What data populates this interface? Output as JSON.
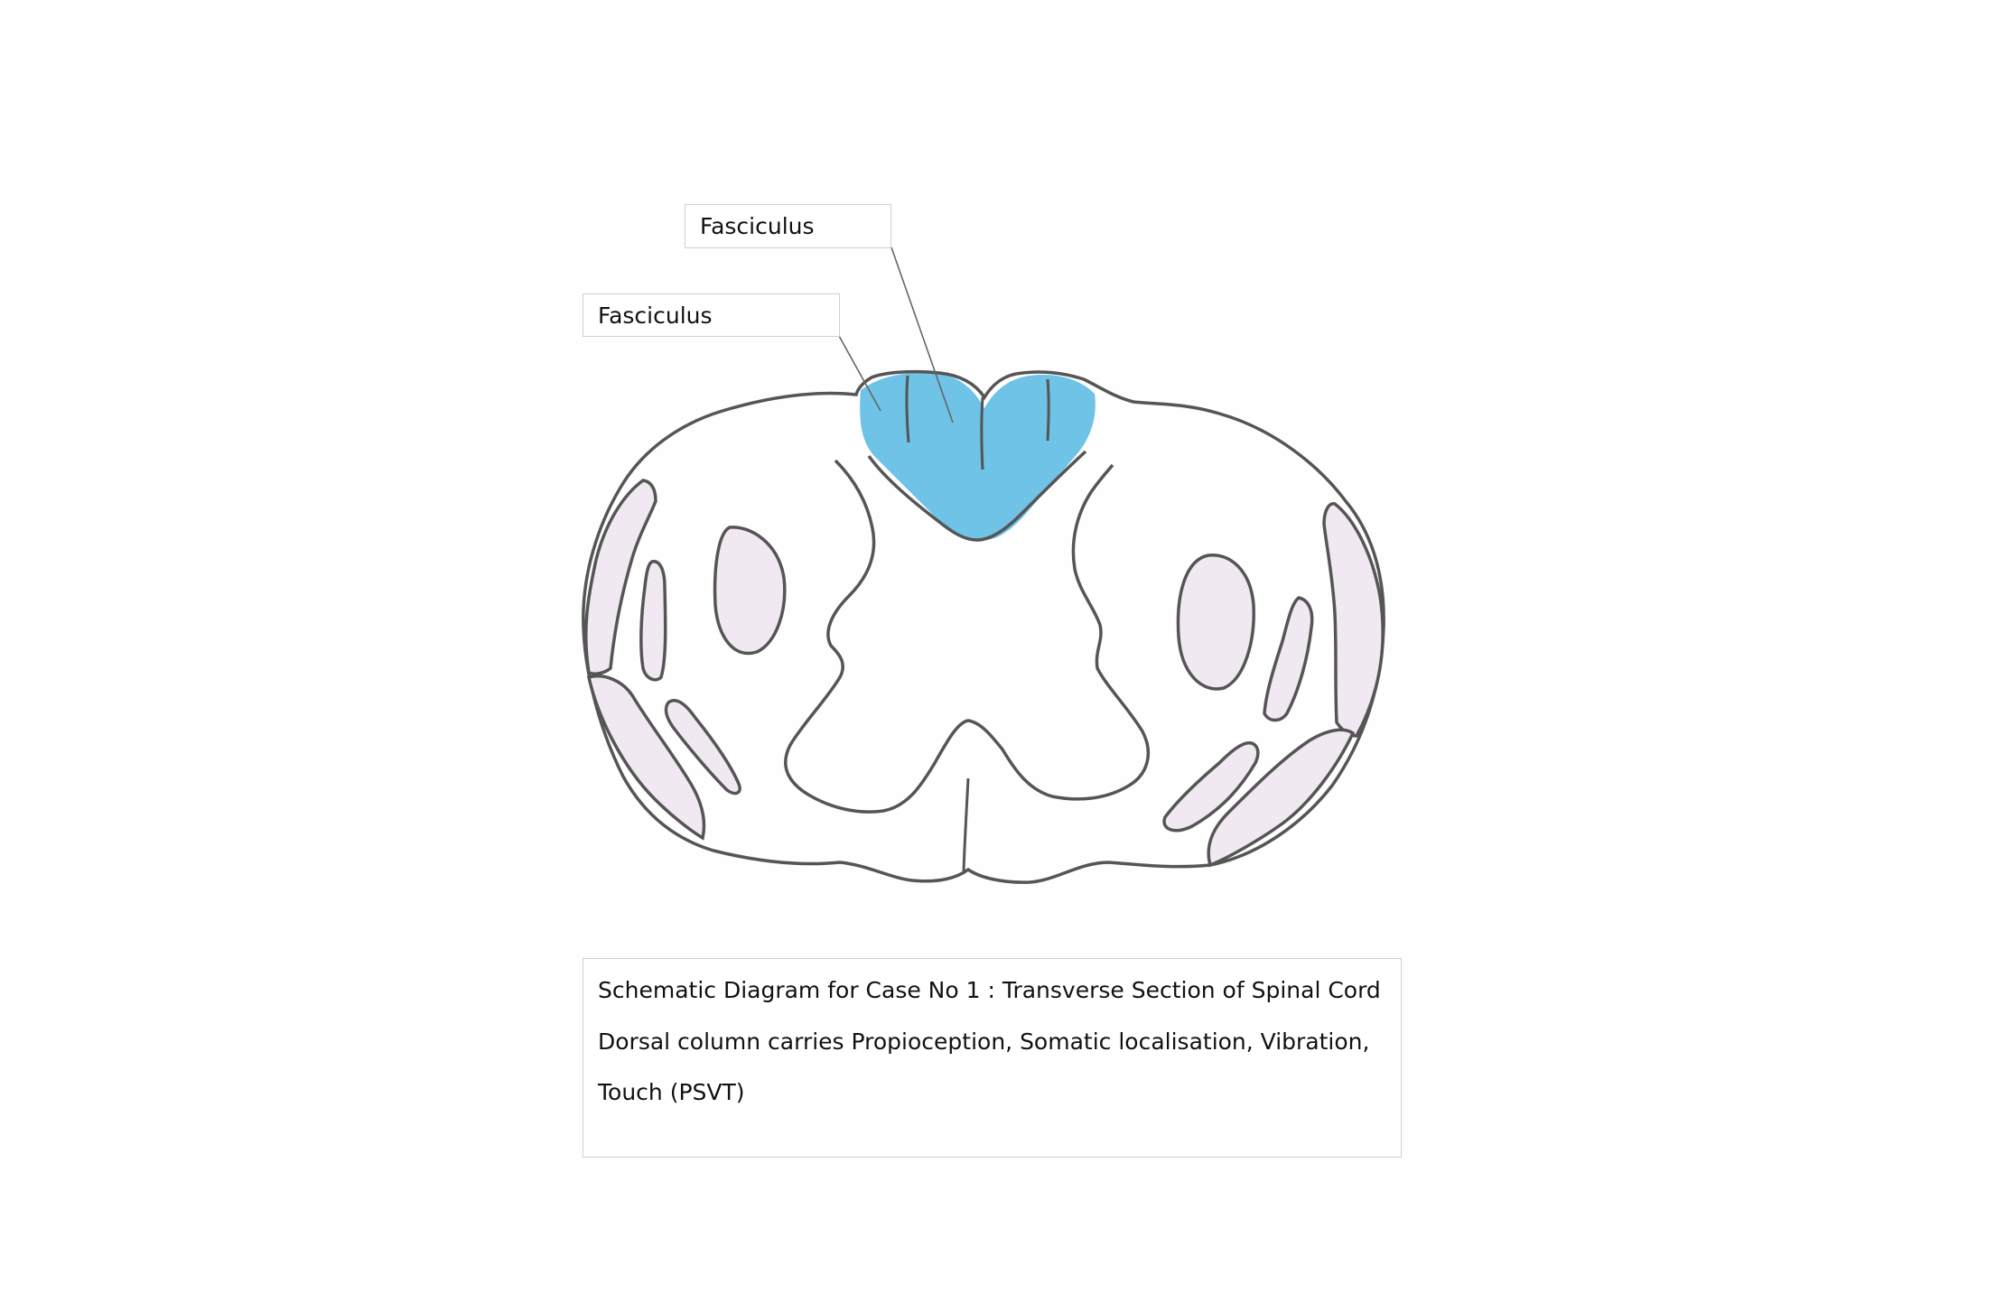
{
  "labels": {
    "top": "Fasciculus",
    "left": "Fasciculus"
  },
  "caption": {
    "line1": "Schematic Diagram for Case No 1 : Transverse Section of Spinal Cord",
    "line2": "Dorsal column carries Propioception, Somatic localisation, Vibration,",
    "line3": "Touch (PSVT)"
  },
  "colors": {
    "dorsal_column_fill": "#6ec3e6",
    "tract_fill": "#f1e9f1",
    "outline": "#555555",
    "leader_line": "#666666"
  },
  "icons": {
    "main": "spinal-cord-cross-section"
  }
}
